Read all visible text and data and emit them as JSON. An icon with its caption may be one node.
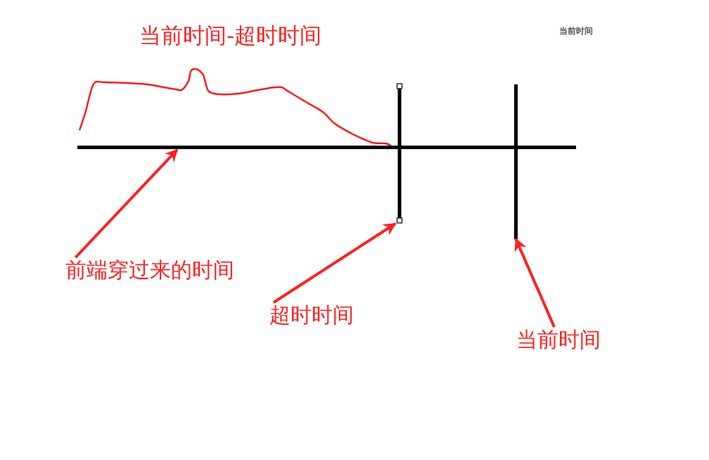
{
  "diagram": {
    "nodes": [
      {
        "text": [],
        "shape": "bar"
      },
      {
        "text": [],
        "shape": "bar"
      },
      {
        "text": [],
        "shape": "bar"
      },
      {
        "text": [
          "前端穿过来的时间"
        ]
      },
      {
        "text": [
          "超时时间"
        ]
      },
      {
        "text": [
          "当前时间"
        ]
      }
    ],
    "edges": [
      {
        "from": 3,
        "to": 0,
        "arrow": "to"
      },
      {
        "from": 4,
        "to": 1,
        "arrow": "to"
      },
      {
        "from": 5,
        "to": 2,
        "arrow": "to"
      }
    ],
    "labels": [
      "当前时间-超时时间",
      "当前时间"
    ]
  }
}
